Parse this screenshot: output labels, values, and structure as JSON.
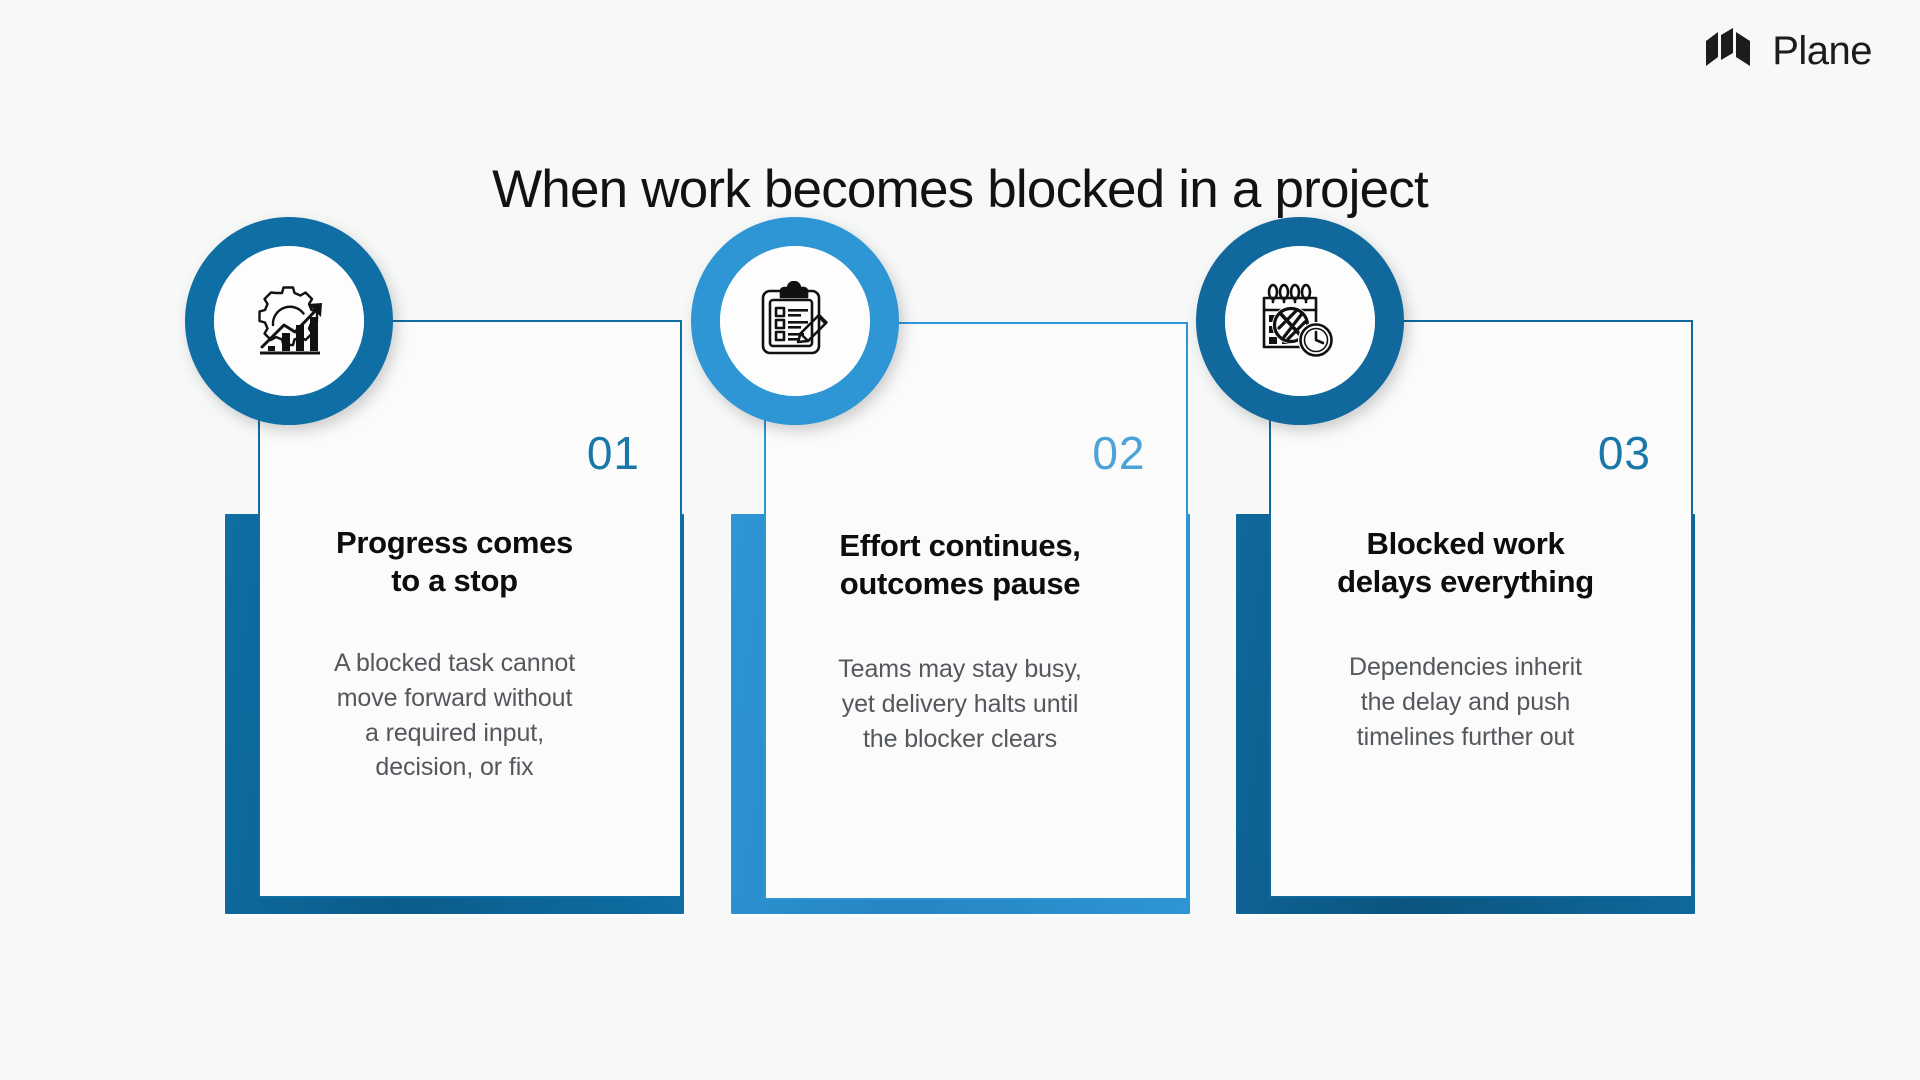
{
  "brand": {
    "name": "Plane",
    "logo_icon": "plane-logo-mark"
  },
  "header": {
    "title": "When work becomes blocked in a project"
  },
  "theme": {
    "background": "#f7f8f8",
    "title_color": "#111214",
    "heading_color": "#0d0d0f",
    "body_color": "#54585c",
    "card_white": "#fbfbfb"
  },
  "cards": [
    {
      "number": "01",
      "number_color": "#1a78a8",
      "accent": "#0f6ea3",
      "accent_dark": "#0b5a86",
      "icon": "gear-growth-chart-icon",
      "heading": "Progress comes\nto a stop",
      "body": "A blocked task cannot\nmove forward without\na required input,\ndecision, or fix"
    },
    {
      "number": "02",
      "number_color": "#4ba3d8",
      "accent": "#2e96d4",
      "accent_dark": "#2384c0",
      "icon": "clipboard-pencil-icon",
      "heading": "Effort continues,\noutcomes pause",
      "body": "Teams may stay busy,\nyet delivery halts until\nthe blocker clears"
    },
    {
      "number": "03",
      "number_color": "#1a78a8",
      "accent": "#10689c",
      "accent_dark": "#0a5580",
      "icon": "calendar-blocked-clock-icon",
      "heading": "Blocked work\ndelays everything",
      "body": "Dependencies inherit\nthe delay and push\ntimelines further out"
    }
  ]
}
